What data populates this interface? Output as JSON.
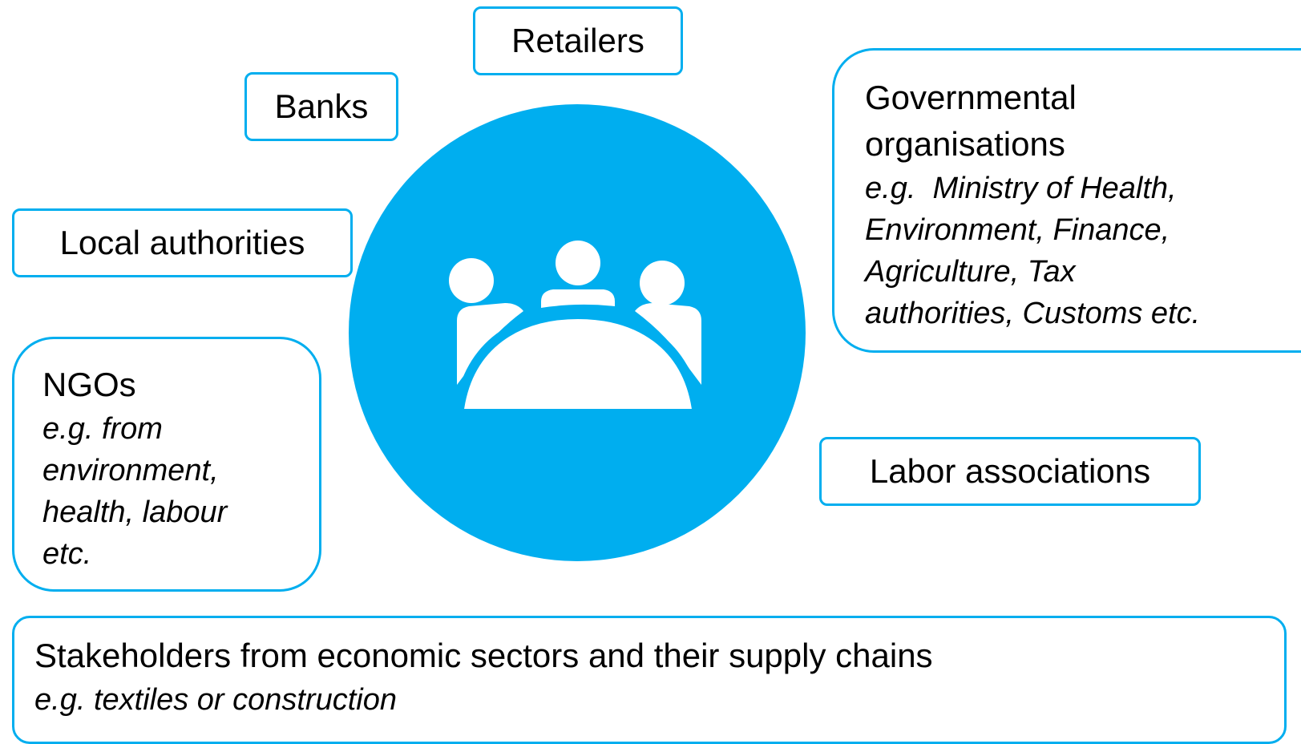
{
  "colors": {
    "accent": "#00aeef",
    "icon": "#ffffff",
    "text": "#000000"
  },
  "center": {
    "icon": "group-meeting-icon"
  },
  "boxes": {
    "retailers": "Retailers",
    "banks": "Banks",
    "local_authorities": "Local authorities",
    "ngos": {
      "title": "NGOs",
      "examples": [
        "e.g. from",
        "environment,",
        "health, labour",
        "etc."
      ]
    },
    "governmental": {
      "title": [
        "Governmental",
        "organisations"
      ],
      "examples": [
        "e.g.  Ministry of Health,",
        "Environment, Finance,",
        "Agriculture, Tax",
        "authorities, Customs etc."
      ]
    },
    "labor": "Labor associations",
    "stakeholders": {
      "title": "Stakeholders from economic sectors and their supply chains",
      "example": "e.g. textiles or construction"
    }
  }
}
